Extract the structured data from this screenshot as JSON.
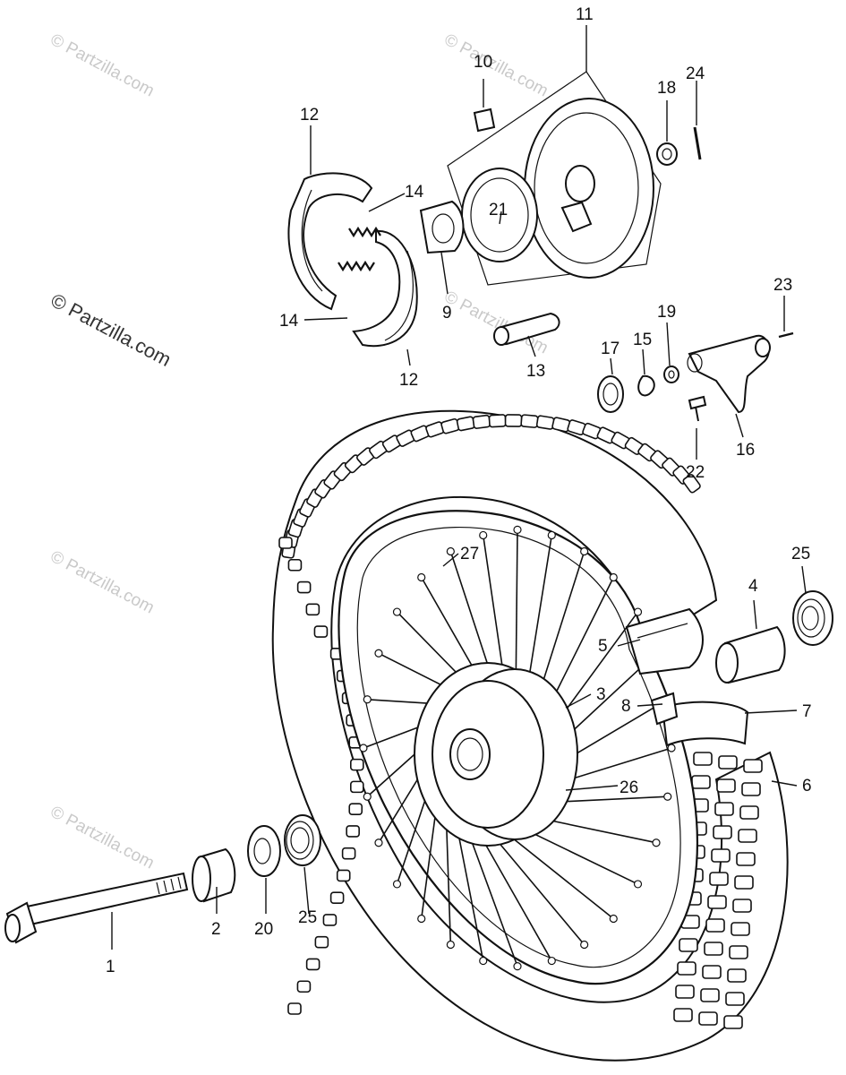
{
  "watermark": "© Partzilla.com",
  "callouts": [
    {
      "id": "c1",
      "text": "1"
    },
    {
      "id": "c2",
      "text": "2"
    },
    {
      "id": "c3",
      "text": "3"
    },
    {
      "id": "c4",
      "text": "4"
    },
    {
      "id": "c5",
      "text": "5"
    },
    {
      "id": "c6",
      "text": "6"
    },
    {
      "id": "c7",
      "text": "7"
    },
    {
      "id": "c8",
      "text": "8"
    },
    {
      "id": "c9",
      "text": "9"
    },
    {
      "id": "c10",
      "text": "10"
    },
    {
      "id": "c11",
      "text": "11"
    },
    {
      "id": "c12a",
      "text": "12"
    },
    {
      "id": "c12b",
      "text": "12"
    },
    {
      "id": "c13",
      "text": "13"
    },
    {
      "id": "c14a",
      "text": "14"
    },
    {
      "id": "c14b",
      "text": "14"
    },
    {
      "id": "c15",
      "text": "15"
    },
    {
      "id": "c16",
      "text": "16"
    },
    {
      "id": "c17",
      "text": "17"
    },
    {
      "id": "c18",
      "text": "18"
    },
    {
      "id": "c19",
      "text": "19"
    },
    {
      "id": "c20",
      "text": "20"
    },
    {
      "id": "c21",
      "text": "21"
    },
    {
      "id": "c22",
      "text": "22"
    },
    {
      "id": "c23",
      "text": "23"
    },
    {
      "id": "c24",
      "text": "24"
    },
    {
      "id": "c25a",
      "text": "25"
    },
    {
      "id": "c25b",
      "text": "25"
    },
    {
      "id": "c26",
      "text": "26"
    },
    {
      "id": "c27",
      "text": "27"
    }
  ]
}
